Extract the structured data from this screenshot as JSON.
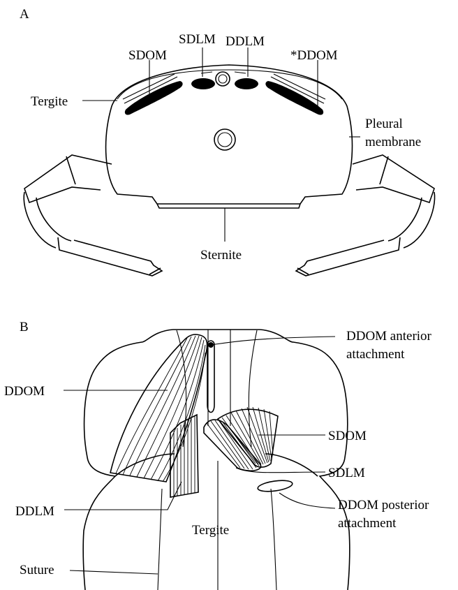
{
  "panel_a": {
    "letter": "A",
    "labels": {
      "sdom": "SDOM",
      "sdlm": "SDLM",
      "ddlm": "DDLM",
      "ddom_star": "*DDOM",
      "tergite": "Tergite",
      "pleural_line1": "Pleural",
      "pleural_line2": "membrane",
      "sternite": "Sternite"
    }
  },
  "panel_b": {
    "letter": "B",
    "labels": {
      "ddom_ant_line1": "DDOM anterior",
      "ddom_ant_line2": "attachment",
      "ddom": "DDOM",
      "sdom": "SDOM",
      "sdlm": "SDLM",
      "ddlm": "DDLM",
      "tergite": "Tergite",
      "ddom_post_line1": "DDOM posterior",
      "ddom_post_line2": "attachment",
      "suture": "Suture"
    }
  }
}
